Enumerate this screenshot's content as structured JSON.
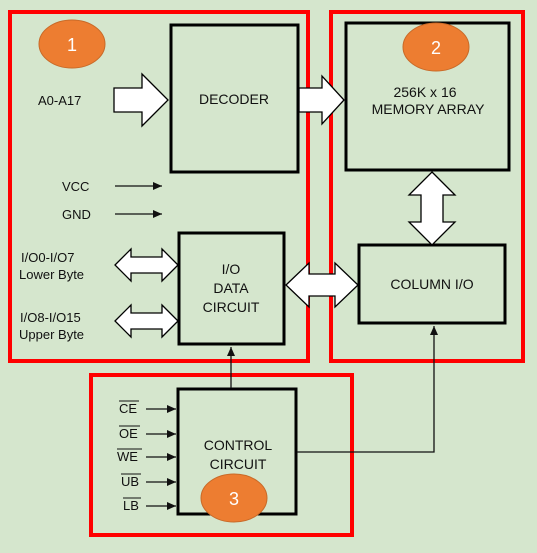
{
  "diagram": {
    "regions": [
      {
        "id": "region-1",
        "badge": "1"
      },
      {
        "id": "region-2",
        "badge": "2"
      },
      {
        "id": "region-3",
        "badge": "3"
      }
    ],
    "blocks": {
      "decoder": "DECODER",
      "memory_array": [
        "256K x 16",
        "MEMORY ARRAY"
      ],
      "io_data_circuit": [
        "I/O",
        "DATA",
        "CIRCUIT"
      ],
      "column_io": "COLUMN I/O",
      "control_circuit": [
        "CONTROL",
        "CIRCUIT"
      ]
    },
    "signals": {
      "address": "A0-A17",
      "vcc": "VCC",
      "gnd": "GND",
      "io_low": [
        "I/O0-I/O7",
        "Lower Byte"
      ],
      "io_high": [
        "I/O8-I/O15",
        "Upper Byte"
      ],
      "control_inputs": [
        "CE",
        "OE",
        "WE",
        "UB",
        "LB"
      ]
    },
    "colors": {
      "background": "#d5e6cd",
      "region_border": "#ff0000",
      "badge_fill": "#ed7d31",
      "block_border": "#000000"
    }
  }
}
